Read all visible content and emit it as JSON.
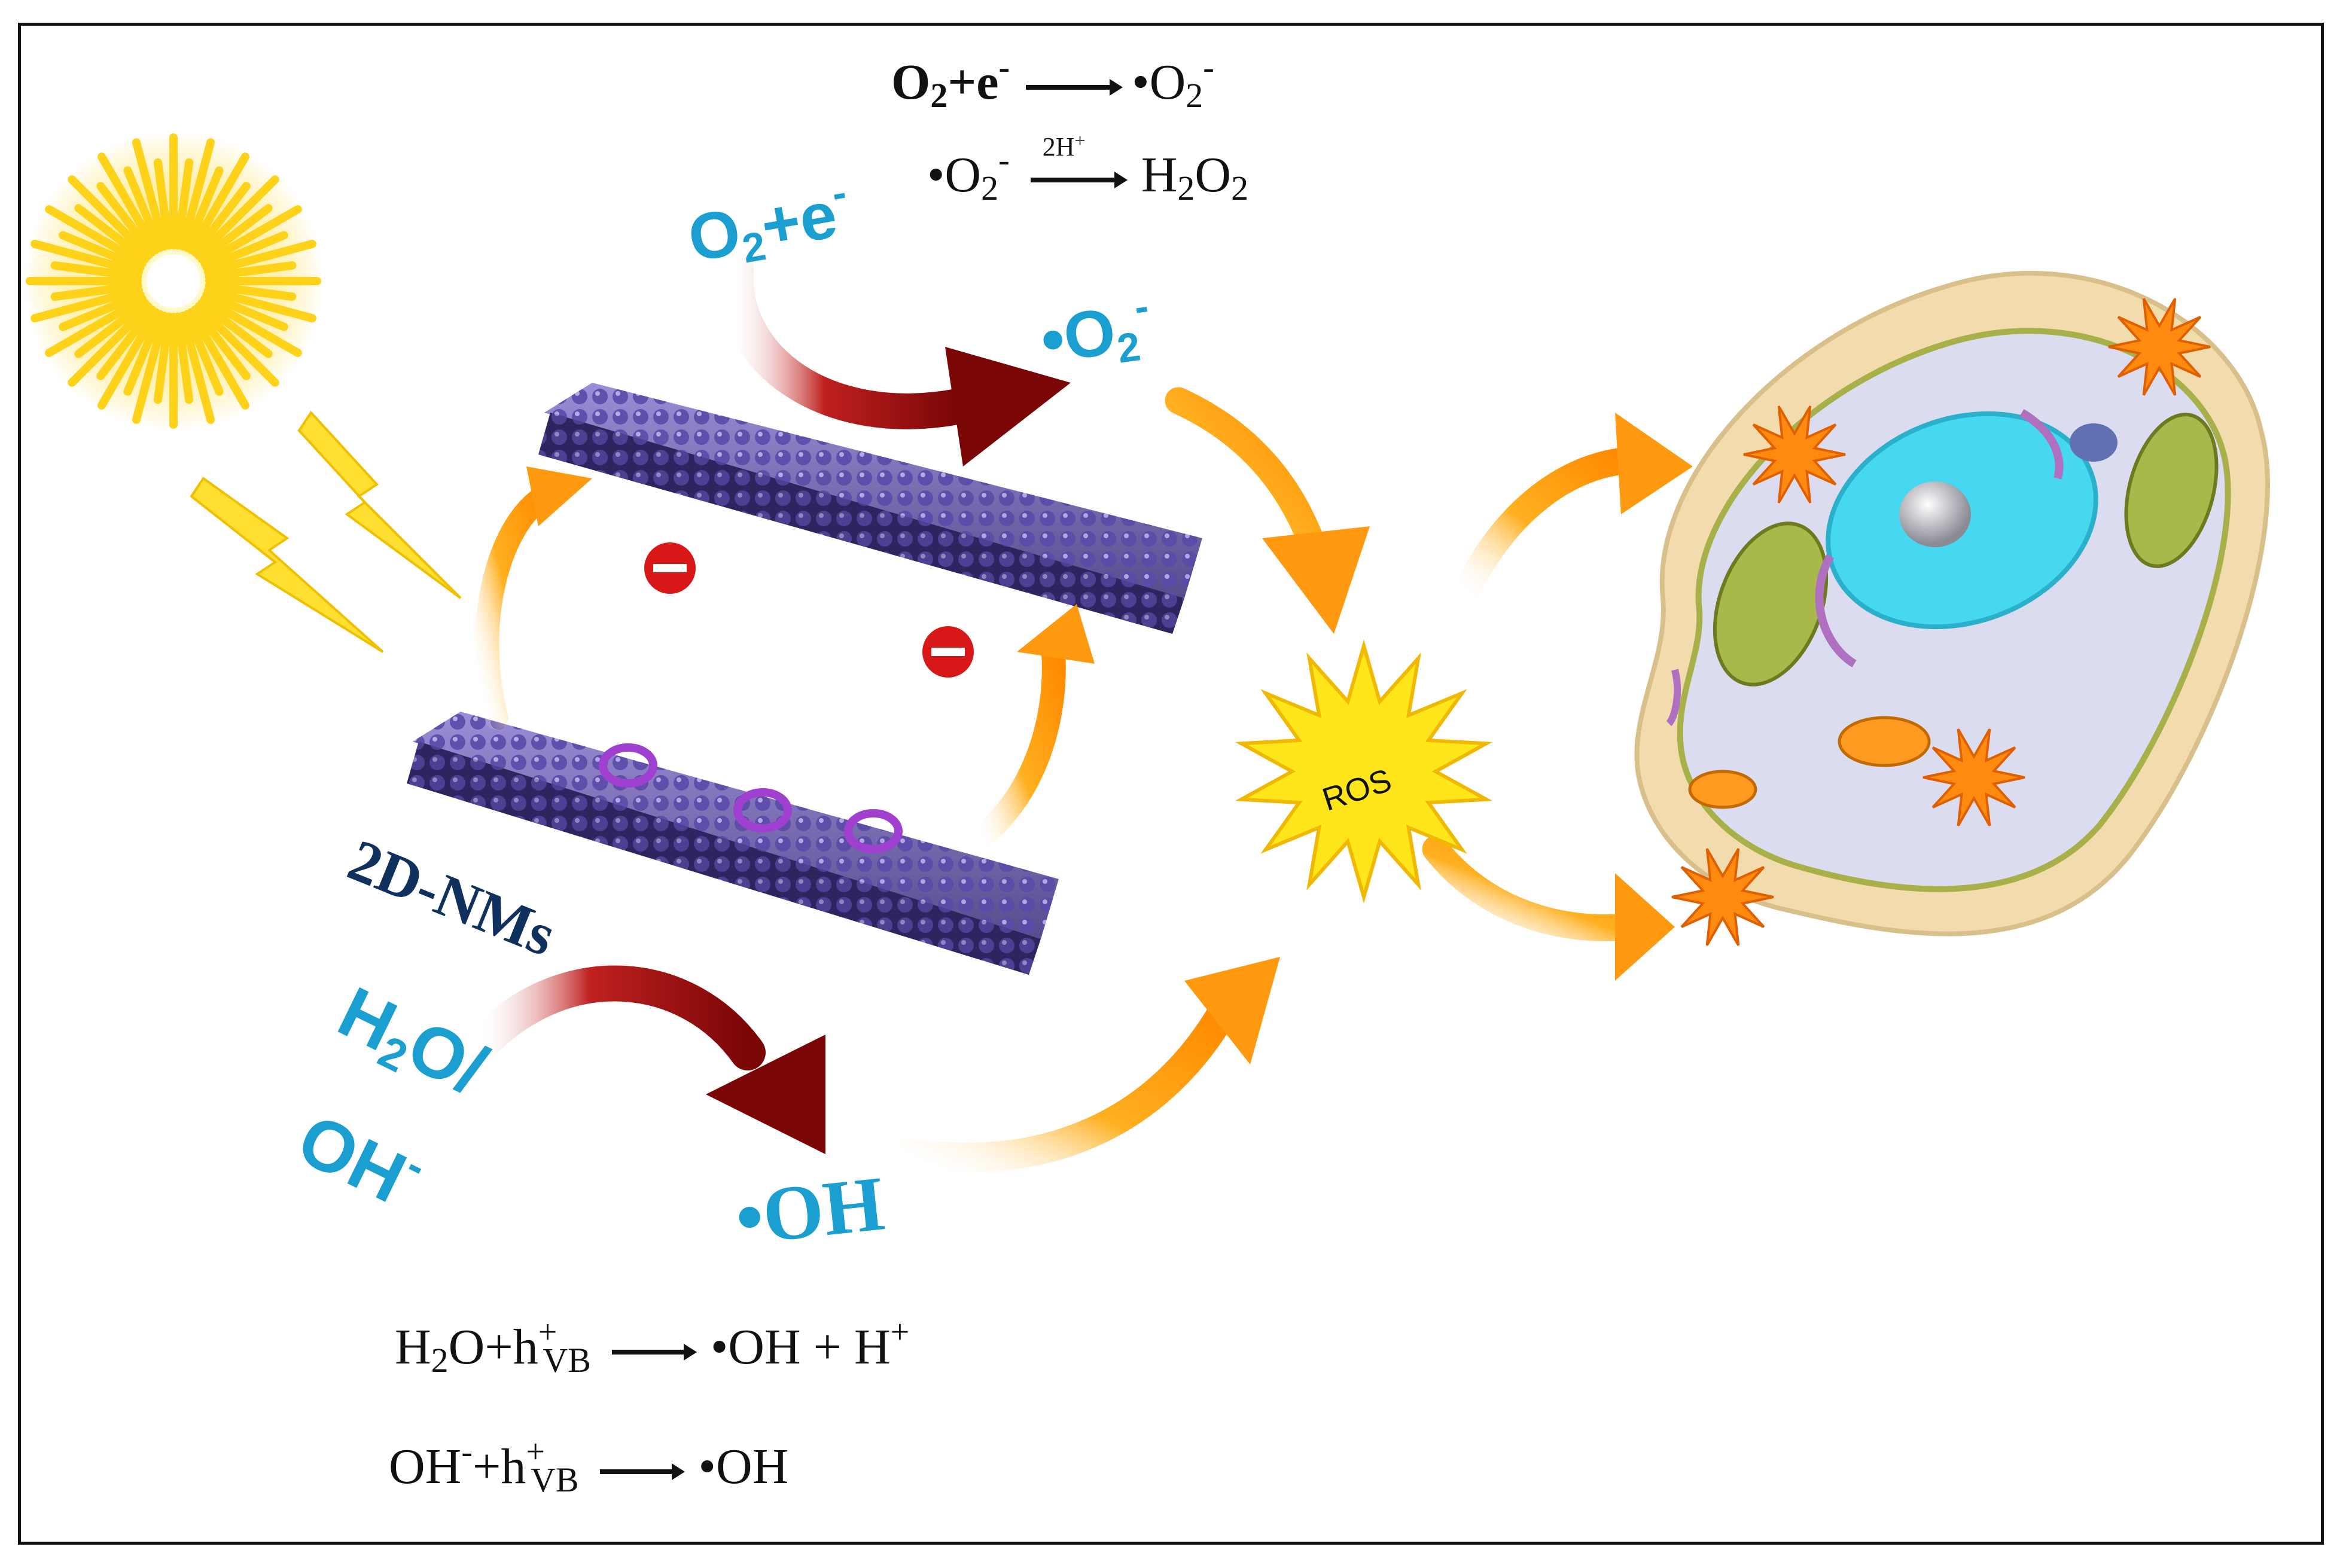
{
  "labels": {
    "material": "2D-NMs",
    "ros": "ROS",
    "o2_e_main": "O",
    "o2_e_sub": "2",
    "o2_e_plus": "+e",
    "o2_e_sup": "-",
    "superoxide_dot": "•O",
    "superoxide_sub": "2",
    "superoxide_sup": "-",
    "water_line1_a": "H",
    "water_line1_sub": "2",
    "water_line1_b": "O/",
    "water_line2": "OH",
    "water_line2_sup": "-",
    "hydroxyl": "•OH"
  },
  "equations": {
    "top1": {
      "lhs_a": "O",
      "lhs_sub": "2",
      "lhs_b": "+e",
      "lhs_sup": "-",
      "rhs_a": "•O",
      "rhs_sub": "2",
      "rhs_sup": "-"
    },
    "top2": {
      "lhs_a": "•O",
      "lhs_sub": "2",
      "lhs_sup": "-",
      "arrow_label": "2H",
      "arrow_label_sup": "+",
      "rhs_a": "H",
      "rhs_sub1": "2",
      "rhs_b": "O",
      "rhs_sub2": "2"
    },
    "bottom1": {
      "lhs_a": "H",
      "lhs_sub": "2",
      "lhs_b": "O+h",
      "lhs_sup": "+",
      "lhs_sub2": "VB",
      "rhs": "•OH + H",
      "rhs_sup": "+"
    },
    "bottom2": {
      "lhs_a": "OH",
      "lhs_sup": "-",
      "lhs_b": "+h",
      "lhs_sup2": "+",
      "lhs_sub2": "VB",
      "rhs": "•OH"
    }
  },
  "colors": {
    "sun": "#ffd21a",
    "material": "#5a4a9a",
    "hole_ring": "#a040d0",
    "electron": "#d81818",
    "orange_arrow": "#ff9a10",
    "red_arrow": "#8b0a0a",
    "cyan_text": "#1a9fd0",
    "ros_star": "#ffe61a",
    "cell_wall": "#f2dcae",
    "cytoplasm": "#dcdcf0",
    "nucleus": "#45d8f0"
  }
}
